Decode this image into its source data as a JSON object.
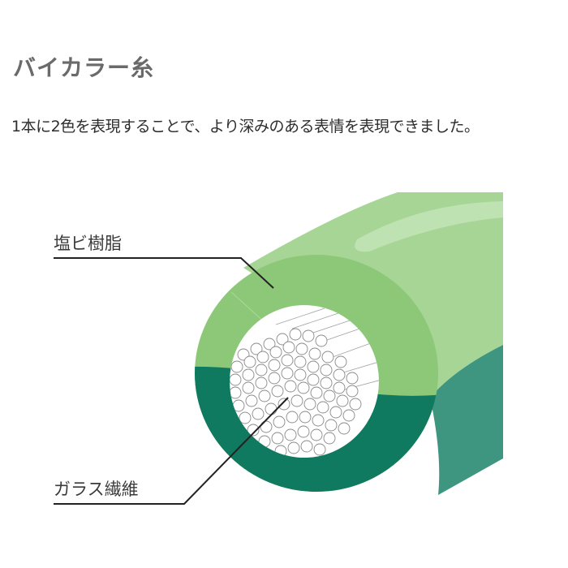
{
  "header": {
    "title": "バイカラー糸",
    "description": "1本に2色を表現することで、より深みのある表情を表現できました。"
  },
  "diagram": {
    "labels": {
      "pvc_resin": "塩ビ樹脂",
      "glass_fiber": "ガラス繊維"
    },
    "colors": {
      "light_green_top": "#a6d596",
      "light_green_face": "#8cc878",
      "highlight": "#c4e5b8",
      "dark_green_face": "#0f7a5f",
      "dark_green_side": "#3e9680",
      "fiber": "#ffffff",
      "fiber_outline": "#9a9a9a",
      "leader_line": "#222222"
    }
  }
}
